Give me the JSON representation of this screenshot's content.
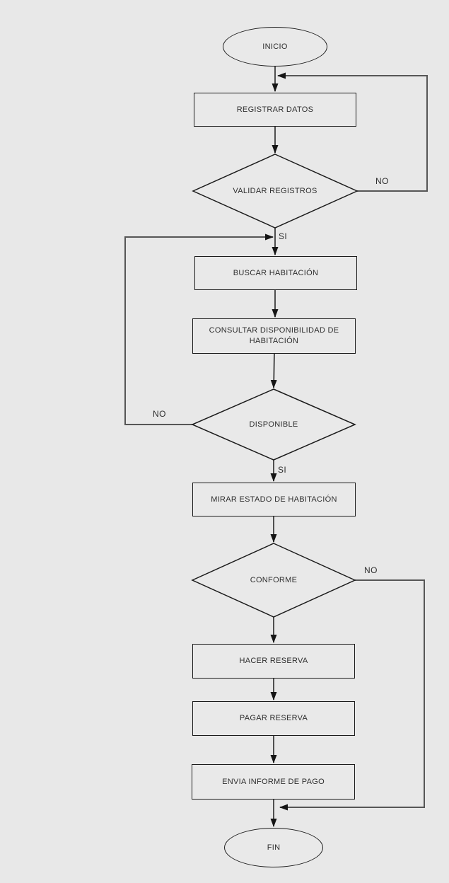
{
  "flowchart": {
    "nodes": {
      "inicio": {
        "label": "INICIO",
        "type": "terminator"
      },
      "registrar": {
        "label": "REGISTRAR DATOS",
        "type": "process"
      },
      "validar": {
        "label": "VALIDAR REGISTROS",
        "type": "decision"
      },
      "buscar": {
        "label": "BUSCAR HABITACIÓN",
        "type": "process"
      },
      "consultar": {
        "label": "CONSULTAR DISPONIBILIDAD DE HABITACIÓN",
        "type": "process"
      },
      "disponible": {
        "label": "DISPONIBLE",
        "type": "decision"
      },
      "mirar": {
        "label": "MIRAR ESTADO DE HABITACIÓN",
        "type": "process"
      },
      "conforme": {
        "label": "CONFORME",
        "type": "decision"
      },
      "hacer": {
        "label": "HACER RESERVA",
        "type": "process"
      },
      "pagar": {
        "label": "PAGAR RESERVA",
        "type": "process"
      },
      "envia": {
        "label": "ENVIA INFORME DE PAGO",
        "type": "process"
      },
      "fin": {
        "label": "FIN",
        "type": "terminator"
      }
    },
    "edge_labels": {
      "validar_no": "NO",
      "validar_si": "SI",
      "disponible_no": "NO",
      "disponible_si": "SI",
      "conforme_no": "NO"
    },
    "colors": {
      "background": "#e8e8e8",
      "shape_border": "#1c1c1c",
      "connector": "#4f4f4f",
      "arrowhead": "#151515",
      "text": "#2e2e2e"
    }
  }
}
